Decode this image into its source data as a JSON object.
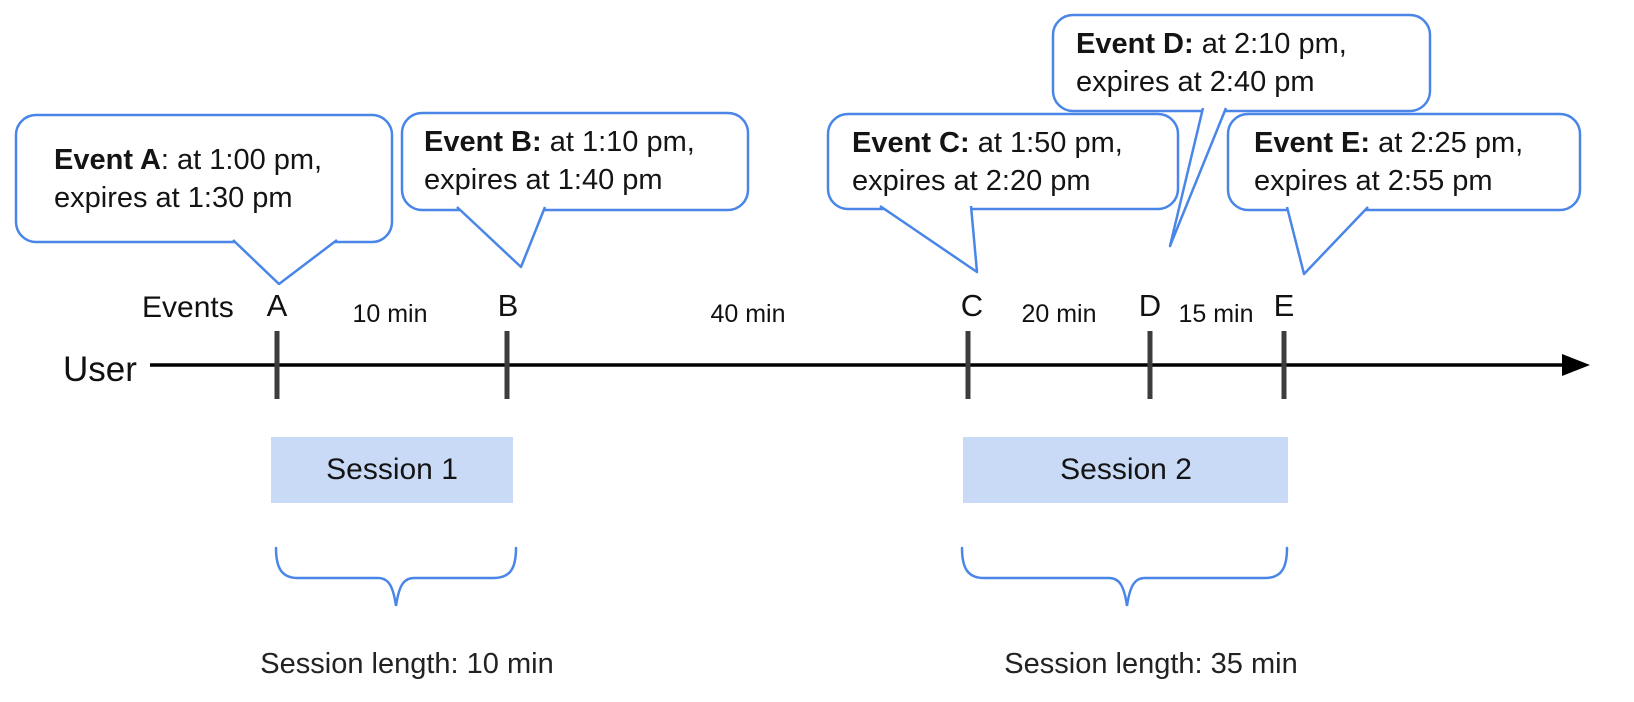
{
  "bubbles": [
    {
      "bold": "Event A",
      "rest": ": at 1:00 pm,",
      "line2": "expires at 1:30 pm"
    },
    {
      "bold": "Event B:",
      "rest": " at 1:10 pm,",
      "line2": "expires at 1:40 pm"
    },
    {
      "bold": "Event C:",
      "rest": " at 1:50 pm,",
      "line2": "expires at 2:20 pm"
    },
    {
      "bold": "Event D:",
      "rest": " at 2:10 pm,",
      "line2": "expires at 2:40 pm"
    },
    {
      "bold": "Event E:",
      "rest": " at 2:25 pm,",
      "line2": "expires at 2:55 pm"
    }
  ],
  "axis": {
    "events_label": "Events",
    "user_label": "User",
    "points": [
      "A",
      "B",
      "C",
      "D",
      "E"
    ],
    "intervals": [
      "10 min",
      "40 min",
      "20 min",
      "15 min"
    ]
  },
  "sessions": [
    {
      "label": "Session 1",
      "length_label": "Session length: 10 min"
    },
    {
      "label": "Session 2",
      "length_label": "Session length: 35 min"
    }
  ],
  "colors": {
    "callout_border_blue": "#4a86e8",
    "session_fill_blue": "#c9daf6",
    "tick_gray": "#3d3d3d",
    "timeline_black": "#000000"
  }
}
